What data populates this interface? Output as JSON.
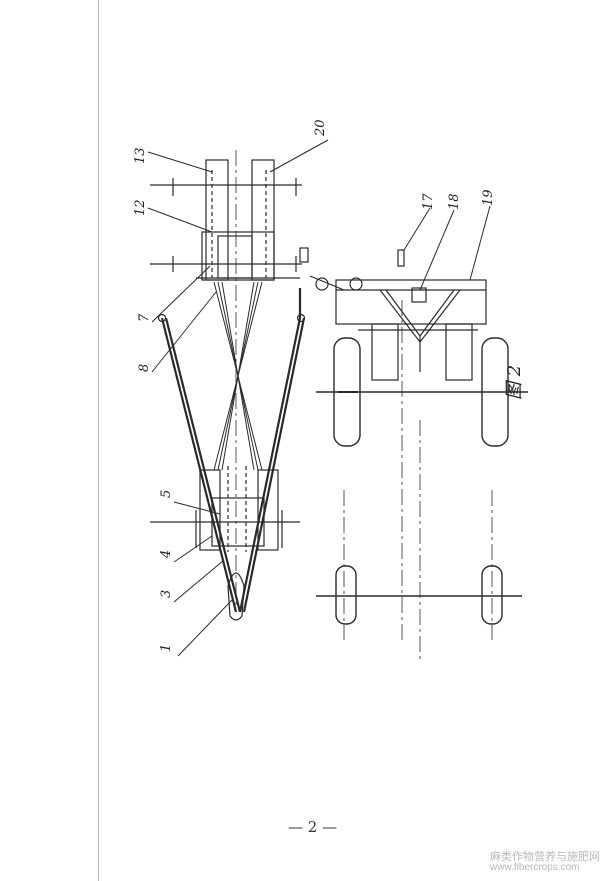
{
  "figure": {
    "caption": "图 2",
    "page_number": "— 2 —",
    "part_labels": [
      "1",
      "3",
      "4",
      "5",
      "8",
      "7",
      "12",
      "13",
      "20",
      "17",
      "18",
      "19"
    ]
  },
  "watermark": {
    "chinese": "麻类作物营养与施肥网",
    "url": "www.fibercrops.com"
  }
}
